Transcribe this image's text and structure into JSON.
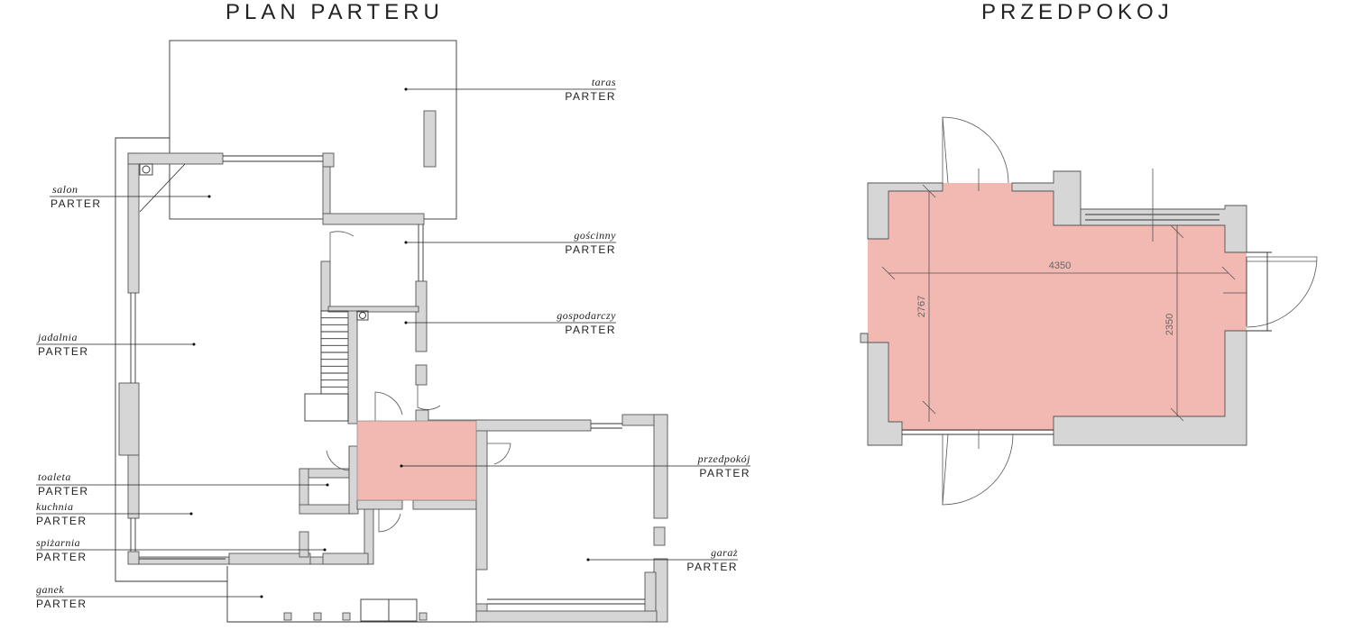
{
  "titles": {
    "plan": "PLAN PARTERU",
    "detail": "PRZEDPOKOJ"
  },
  "colors": {
    "highlight": "#f2b8b2",
    "wall": "#d6d6d6",
    "line": "#333333"
  },
  "rooms": [
    {
      "key": "taras",
      "name": "taras",
      "floor": "PARTER"
    },
    {
      "key": "salon",
      "name": "salon",
      "floor": "PARTER"
    },
    {
      "key": "goscinny",
      "name": "gościnny",
      "floor": "PARTER"
    },
    {
      "key": "gospodarczy",
      "name": "gospodarczy",
      "floor": "PARTER"
    },
    {
      "key": "jadalnia",
      "name": "jadalnia",
      "floor": "PARTER"
    },
    {
      "key": "przedpokoj",
      "name": "przedpokój",
      "floor": "PARTER"
    },
    {
      "key": "toaleta",
      "name": "toaleta",
      "floor": "PARTER"
    },
    {
      "key": "kuchnia",
      "name": "kuchnia",
      "floor": "PARTER"
    },
    {
      "key": "spizarnia",
      "name": "spiżarnia",
      "floor": "PARTER"
    },
    {
      "key": "garaz",
      "name": "garaż",
      "floor": "PARTER"
    },
    {
      "key": "ganek",
      "name": "ganek",
      "floor": "PARTER"
    }
  ],
  "dimensions": {
    "width": "4350",
    "height_left": "2767",
    "height_right": "2350"
  }
}
